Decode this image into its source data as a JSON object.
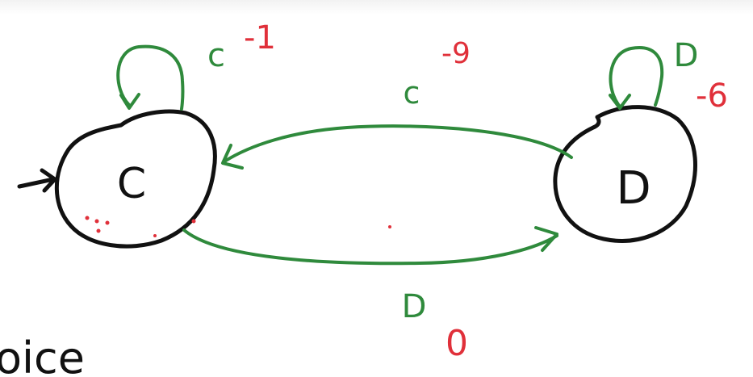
{
  "diagram": {
    "states": [
      {
        "id": "C",
        "label": "C"
      },
      {
        "id": "D",
        "label": "D"
      }
    ],
    "transitions": [
      {
        "from": "C",
        "to": "C",
        "input": "c",
        "output": "-1"
      },
      {
        "from": "D",
        "to": "D",
        "input": "D",
        "output": "-6"
      },
      {
        "from": "D",
        "to": "C",
        "input": "c",
        "output": "-9"
      },
      {
        "from": "C",
        "to": "D",
        "input": "D",
        "output": "0"
      }
    ],
    "partial_text": "oice",
    "colors": {
      "states": "#111111",
      "transitions": "#2f8a3c",
      "payoffs": "#e0303a"
    }
  }
}
